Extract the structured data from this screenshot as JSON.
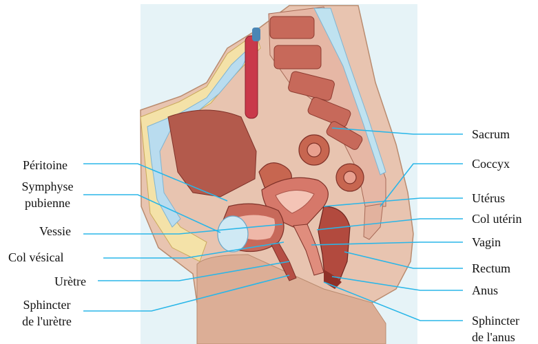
{
  "diagram": {
    "leader_color": "#29b6e8",
    "background_color": "#e6f3f7",
    "labels_left": [
      {
        "id": "peritoine",
        "text": "Péritoine"
      },
      {
        "id": "symphyse",
        "line1": "Symphyse",
        "line2": "pubienne"
      },
      {
        "id": "vessie",
        "text": "Vessie"
      },
      {
        "id": "col-vesical",
        "text": "Col vésical"
      },
      {
        "id": "uretre",
        "text": "Urètre"
      },
      {
        "id": "sphincter-uretre",
        "line1": "Sphincter",
        "line2": "de l'urètre"
      }
    ],
    "labels_right": [
      {
        "id": "sacrum",
        "text": "Sacrum"
      },
      {
        "id": "coccyx",
        "text": "Coccyx"
      },
      {
        "id": "uterus",
        "text": "Utérus"
      },
      {
        "id": "col-uterin",
        "text": "Col utérin"
      },
      {
        "id": "vagin",
        "text": "Vagin"
      },
      {
        "id": "rectum",
        "text": "Rectum"
      },
      {
        "id": "anus",
        "text": "Anus"
      },
      {
        "id": "sphincter-anus",
        "line1": "Sphincter",
        "line2": "de l'anus"
      }
    ]
  }
}
